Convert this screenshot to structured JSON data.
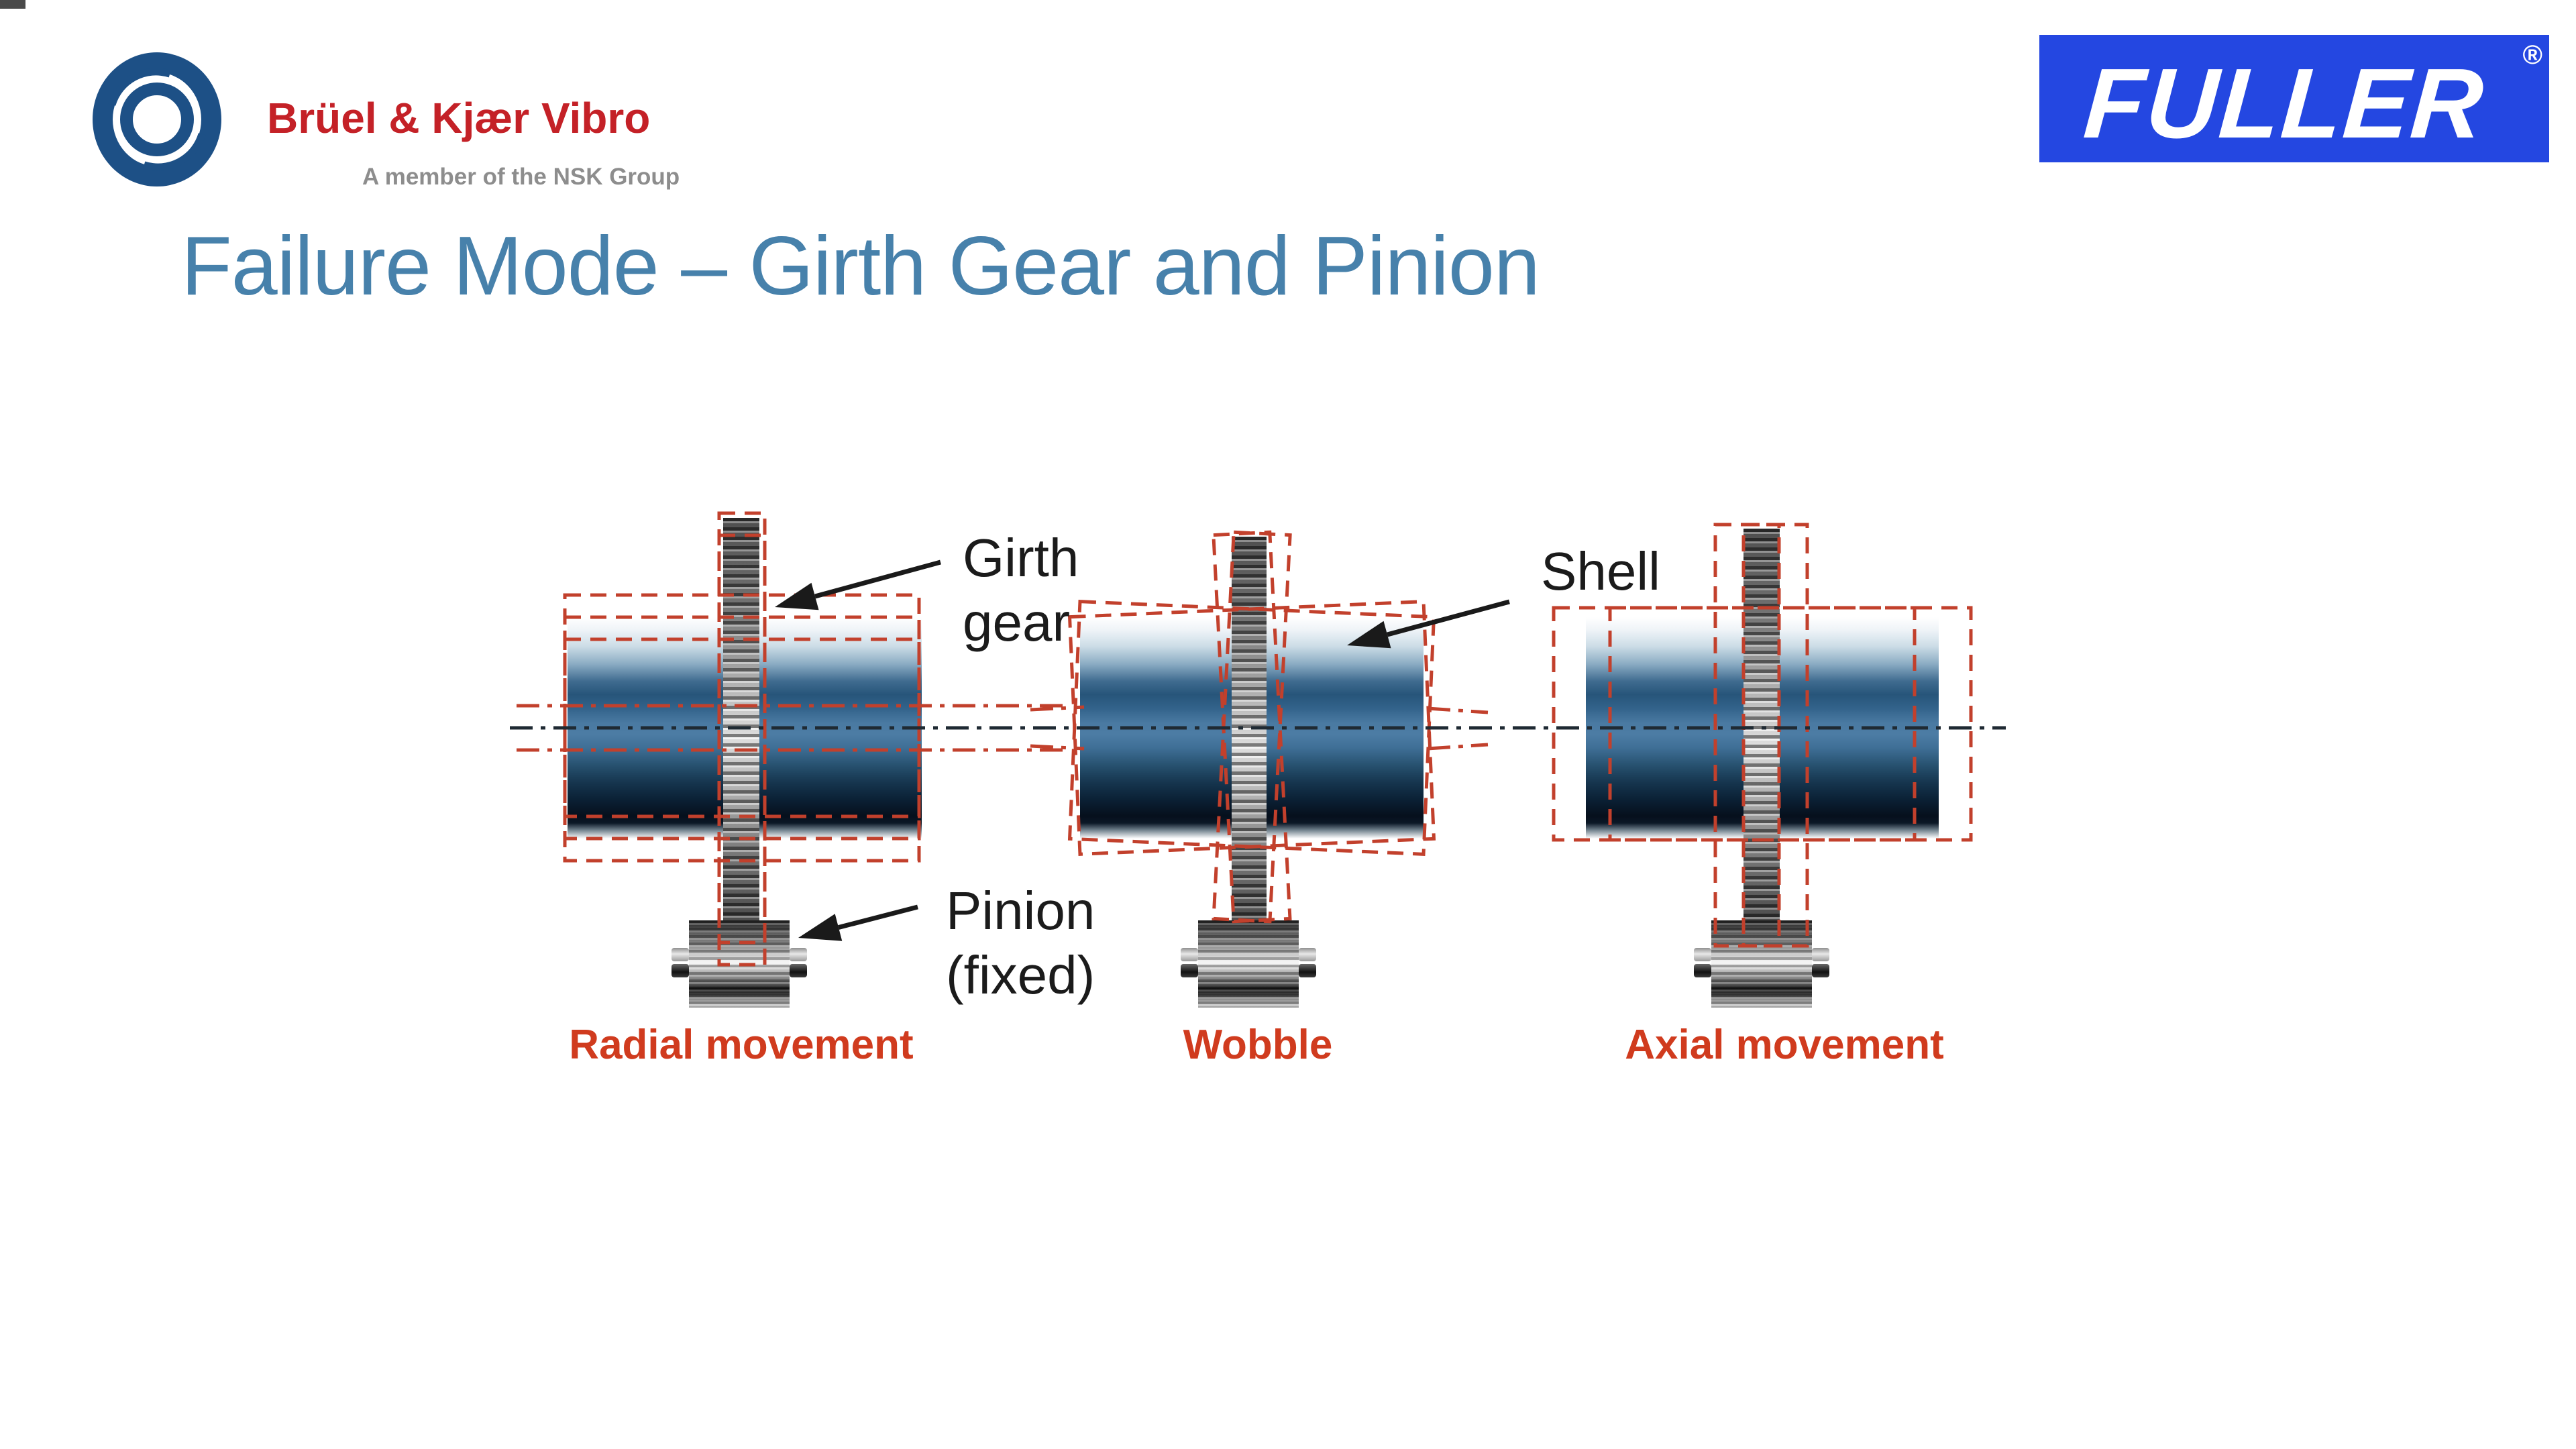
{
  "slide": {
    "title": "Failure Mode – Girth Gear and Pinion",
    "title_color": "#4781ab"
  },
  "header": {
    "bkv": {
      "brand": "Brüel & Kjær Vibro",
      "tagline": "A member of the NSK Group",
      "brand_color": "#c42127",
      "tagline_color": "#8d8d8d",
      "ring_color": "#1d5086"
    },
    "fuller": {
      "wordmark": "FULLER",
      "registered": "®",
      "bg_color": "#2447e1",
      "text_color": "#ffffff"
    }
  },
  "diagram": {
    "annotations": {
      "girth_gear_line1": "Girth",
      "girth_gear_line2": "gear",
      "shell": "Shell",
      "pinion_line1": "Pinion",
      "pinion_line2": "(fixed)"
    },
    "captions": [
      {
        "id": "radial",
        "label": "Radial movement"
      },
      {
        "id": "wobble",
        "label": "Wobble"
      },
      {
        "id": "axial",
        "label": "Axial movement"
      }
    ],
    "caption_color": "#d03b1e",
    "overlay_dash_color": "#c2402c",
    "centerline_color": "#1f2a33"
  }
}
